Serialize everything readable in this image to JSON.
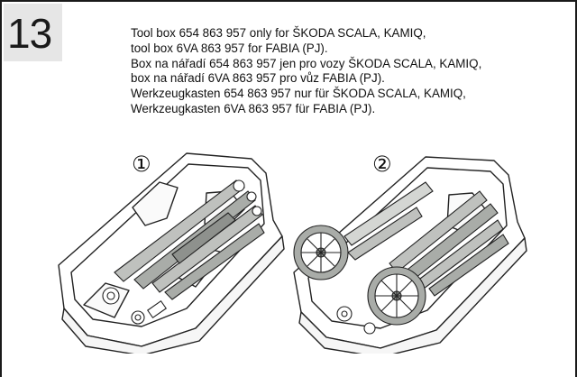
{
  "step": {
    "number": "13"
  },
  "instructions": [
    "Tool box 654 863 957 only for ŠKODA SCALA, KAMIQ,",
    "tool box 6VA 863 957 for FABIA (PJ).",
    "Box na nářadí 654 863 957 jen pro vozy ŠKODA SCALA, KAMIQ,",
    "box na nářadí 6VA 863 957 pro vůz FABIA (PJ).",
    "Werkzeugkasten 654 863 957 nur für ŠKODA SCALA, KAMIQ,",
    "Werkzeugkasten 6VA 863 957 für FABIA (PJ)."
  ],
  "figures": [
    {
      "marker": "①",
      "subject": "tool-box-scala-kamiq"
    },
    {
      "marker": "②",
      "subject": "tool-box-fabia"
    }
  ],
  "colors": {
    "frame": "#1a1a1a",
    "step_bg": "#e6e6e6",
    "wheel_tint": "#a9aca8"
  }
}
